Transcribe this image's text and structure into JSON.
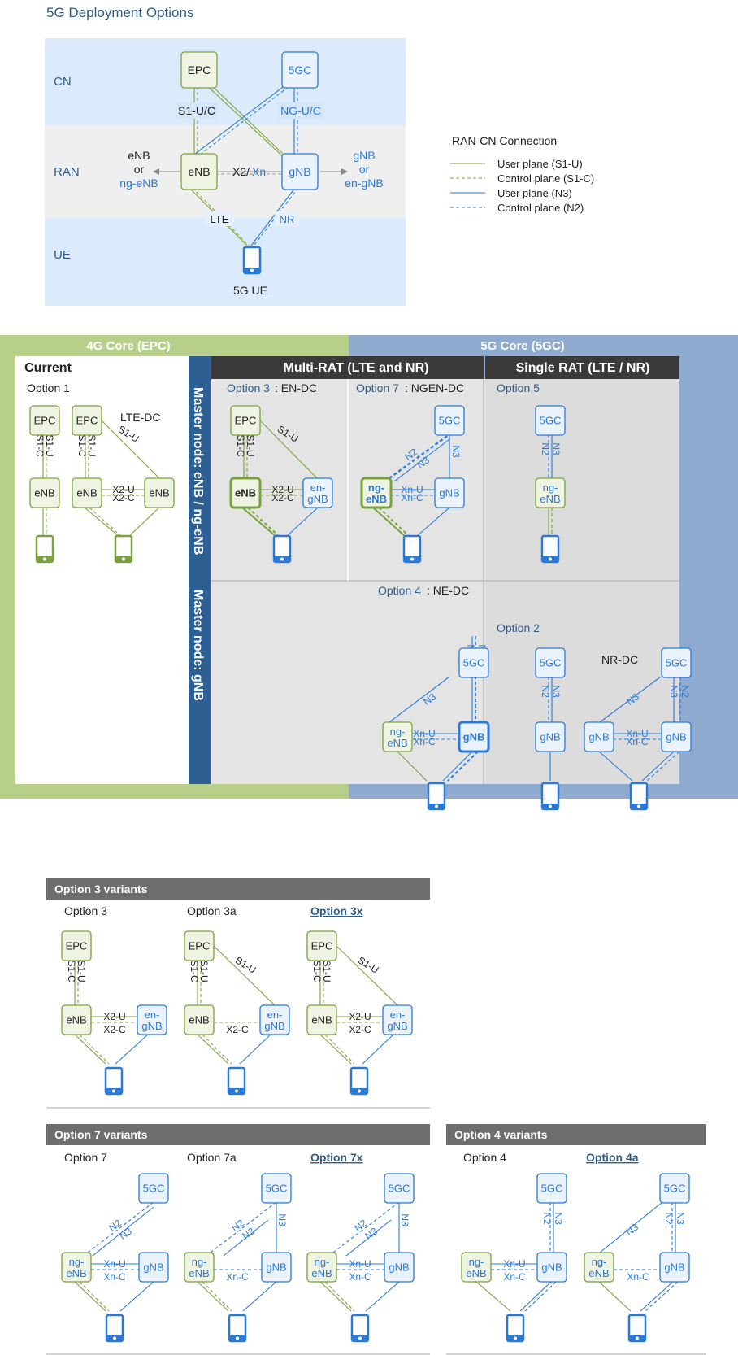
{
  "title": "5G Deployment Options",
  "colors": {
    "lte_green": "#7aa23e",
    "nr_blue": "#2a7ad9",
    "title_blue": "#2f5d8a",
    "band_light_blue": "#dcebfb",
    "band_gray": "#efefef",
    "epc_fill": "#eef3e2",
    "fivegc_fill": "#eaf2fc",
    "core4g_bg": "#b8cf8a",
    "core5g_bg": "#8fabcf",
    "header_dark": "#3a3a3a",
    "master_blue": "#2e5f93",
    "variant_header": "#6e6e6e"
  },
  "overview": {
    "layers": [
      "CN",
      "RAN",
      "UE"
    ],
    "epc": "EPC",
    "fivegc": "5GC",
    "s1uc": "S1-U/C",
    "ngucl": "NG-U/C",
    "enb": "eNB",
    "gnb": "gNB",
    "x2": "X2/",
    "xn": "Xn",
    "lte": "LTE",
    "nr": "NR",
    "ue": "5G UE",
    "left_label": [
      "eNB",
      "or"
    ],
    "left_label_blue": "ng-eNB",
    "right_label": [
      "gNB",
      "or",
      "en-gNB"
    ],
    "legend_title": "RAN-CN Connection",
    "legend": [
      "User plane (S1-U)",
      "Control plane (S1-C)",
      "User plane (N3)",
      "Control plane (N2)"
    ]
  },
  "matrix": {
    "core4g": "4G Core (EPC)",
    "core5g": "5G Core (5GC)",
    "current": "Current",
    "multirat": "Multi-RAT (LTE and NR)",
    "singlerat": "Single RAT (LTE / NR)",
    "master_enb": "Master node: eNB / ng-eNB",
    "master_gnb": "Master node: gNB",
    "option1": "Option 1",
    "ltedc": "LTE-DC",
    "opt3_a": "Option 3",
    "opt3_b": ": EN-DC",
    "opt7_a": "Option 7",
    "opt7_b": ": NGEN-DC",
    "opt5": "Option 5",
    "opt4_a": "Option 4",
    "opt4_b": ": NE-DC",
    "opt2": "Option 2",
    "nrdc": "NR-DC"
  },
  "labels": {
    "epc": "EPC",
    "fivegc": "5GC",
    "enb": "eNB",
    "gnb": "gNB",
    "en": "en-",
    "ng": "ng-",
    "s1u": "S1-U",
    "s1c": "S1-C",
    "x2u": "X2-U",
    "x2c": "X2-C",
    "xnu": "Xn-U",
    "xnc": "Xn-C",
    "n2": "N2",
    "n3": "N3"
  },
  "variants": {
    "v3_header": "Option 3 variants",
    "v3": [
      "Option 3",
      "Option 3a",
      "Option 3x"
    ],
    "v7_header": "Option 7 variants",
    "v7": [
      "Option 7",
      "Option 7a",
      "Option 7x"
    ],
    "v4_header": "Option 4 variants",
    "v4": [
      "Option 4",
      "Option 4a"
    ]
  }
}
